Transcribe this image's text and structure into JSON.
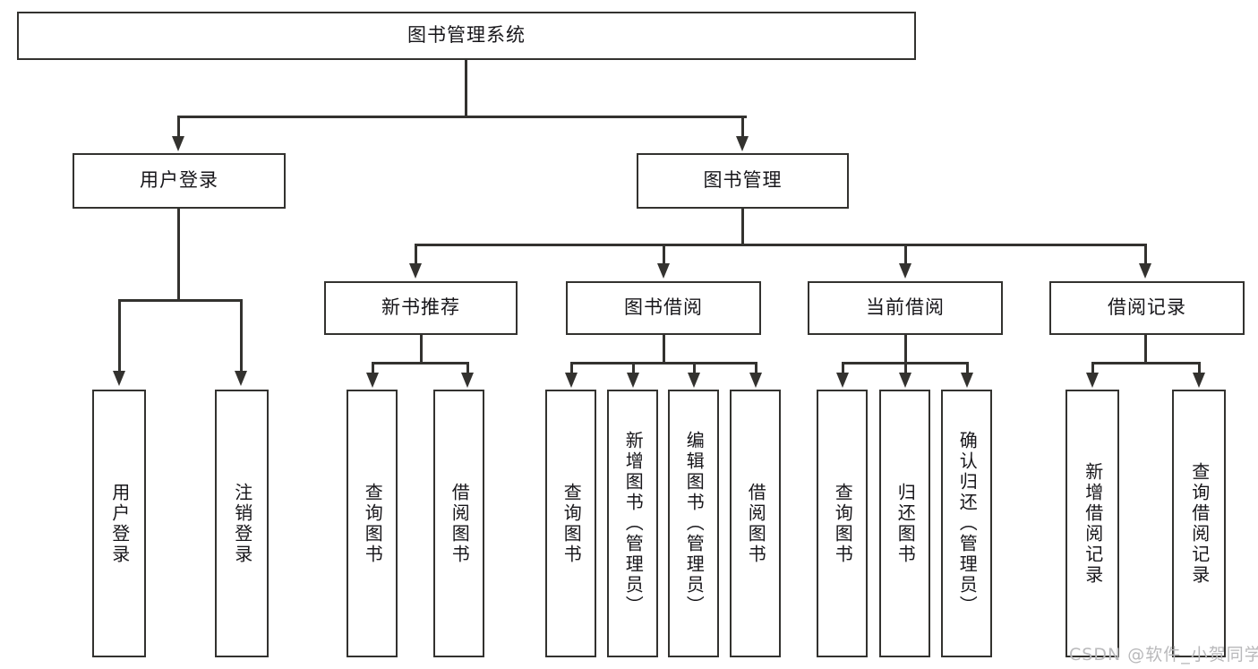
{
  "diagram": {
    "type": "tree",
    "title": "图书管理系统",
    "watermark": "CSDN @软件_小贺同学",
    "colors": {
      "stroke": "#33322f",
      "fill": "#ffffff",
      "text": "#17161a",
      "watermark": "#b9b9bb"
    },
    "levels": {
      "root": {
        "label": "图书管理系统"
      },
      "level2": [
        {
          "label": "用户登录"
        },
        {
          "label": "图书管理"
        }
      ],
      "level3": [
        {
          "label": "新书推荐"
        },
        {
          "label": "图书借阅"
        },
        {
          "label": "当前借阅"
        },
        {
          "label": "借阅记录"
        }
      ],
      "leaves": [
        {
          "label": "用户登录",
          "parent": "用户登录"
        },
        {
          "label": "注销登录",
          "parent": "用户登录"
        },
        {
          "label": "查询图书",
          "parent": "新书推荐"
        },
        {
          "label": "借阅图书",
          "parent": "新书推荐"
        },
        {
          "label": "查询图书",
          "parent": "图书借阅"
        },
        {
          "label": "新增图书（管理员）",
          "parent": "图书借阅"
        },
        {
          "label": "编辑图书（管理员）",
          "parent": "图书借阅"
        },
        {
          "label": "借阅图书",
          "parent": "图书借阅"
        },
        {
          "label": "查询图书",
          "parent": "当前借阅"
        },
        {
          "label": "归还图书",
          "parent": "当前借阅"
        },
        {
          "label": "确认归还（管理员）",
          "parent": "当前借阅"
        },
        {
          "label": "新增借阅记录",
          "parent": "借阅记录"
        },
        {
          "label": "查询借阅记录",
          "parent": "借阅记录"
        }
      ]
    }
  }
}
